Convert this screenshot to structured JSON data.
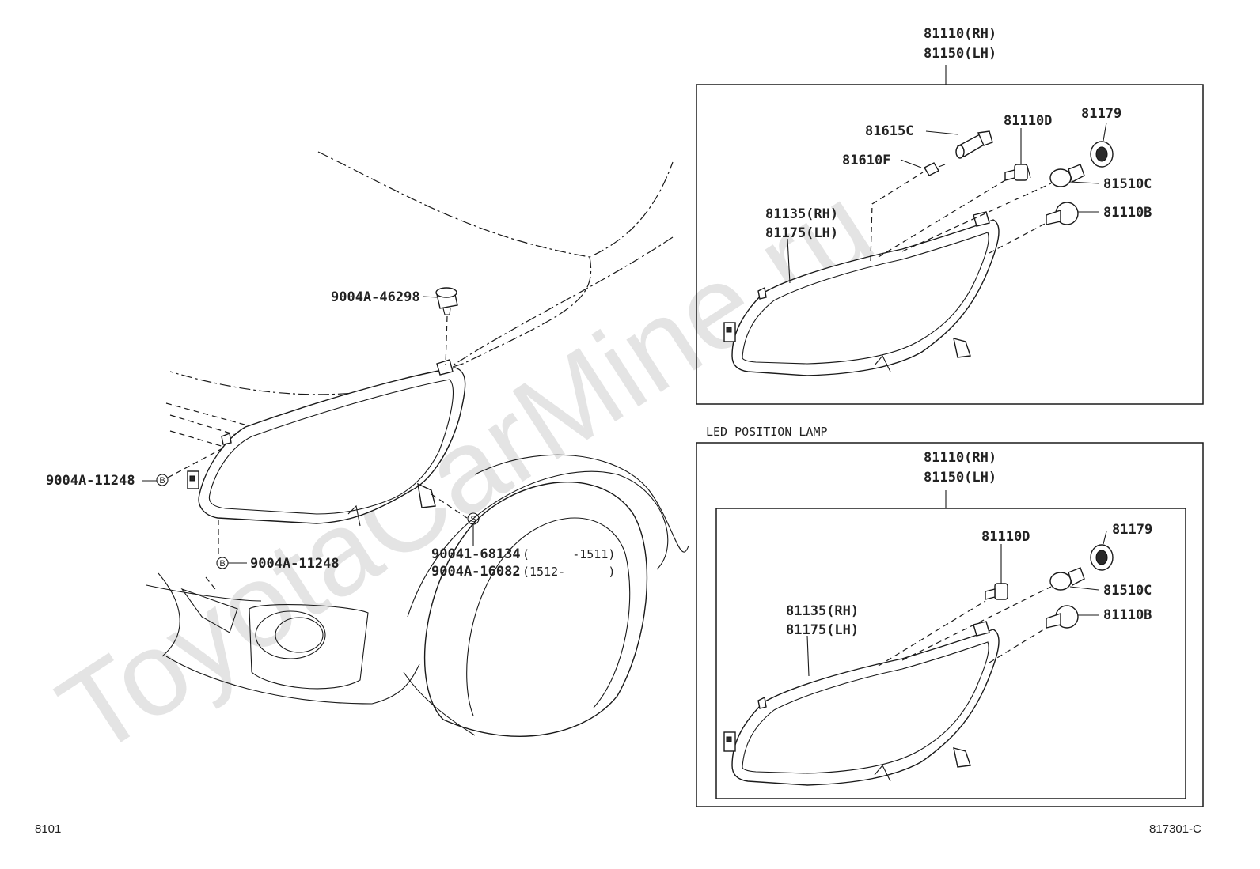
{
  "watermark": "ToyotaCarMine.ru",
  "corner_left": "8101",
  "corner_right": "817301-C",
  "section_title": "LED POSITION LAMP",
  "left_view": {
    "clip": "9004A-46298",
    "screw_upper": "9004A-11248",
    "screw_lower": "9004A-11248",
    "bolt_a_part": "90041-68134",
    "bolt_a_range": "(      -1511)",
    "bolt_b_part": "9004A-16082",
    "bolt_b_range": "(1512-      )",
    "mark_b": "B",
    "mark_s": "S"
  },
  "upper_box": {
    "assy_rh": "81110(RH)",
    "assy_lh": "81150(LH)",
    "socket": "81615C",
    "bulb_small": "81610F",
    "unit_d": "81110D",
    "socket_2": "81179",
    "bulb_2": "81510C",
    "unit_b": "81110B",
    "lens_rh": "81135(RH)",
    "lens_lh": "81175(LH)"
  },
  "lower_box": {
    "assy_rh": "81110(RH)",
    "assy_lh": "81150(LH)",
    "unit_d": "81110D",
    "socket_2": "81179",
    "bulb_2": "81510C",
    "unit_b": "81110B",
    "lens_rh": "81135(RH)",
    "lens_lh": "81175(LH)"
  }
}
